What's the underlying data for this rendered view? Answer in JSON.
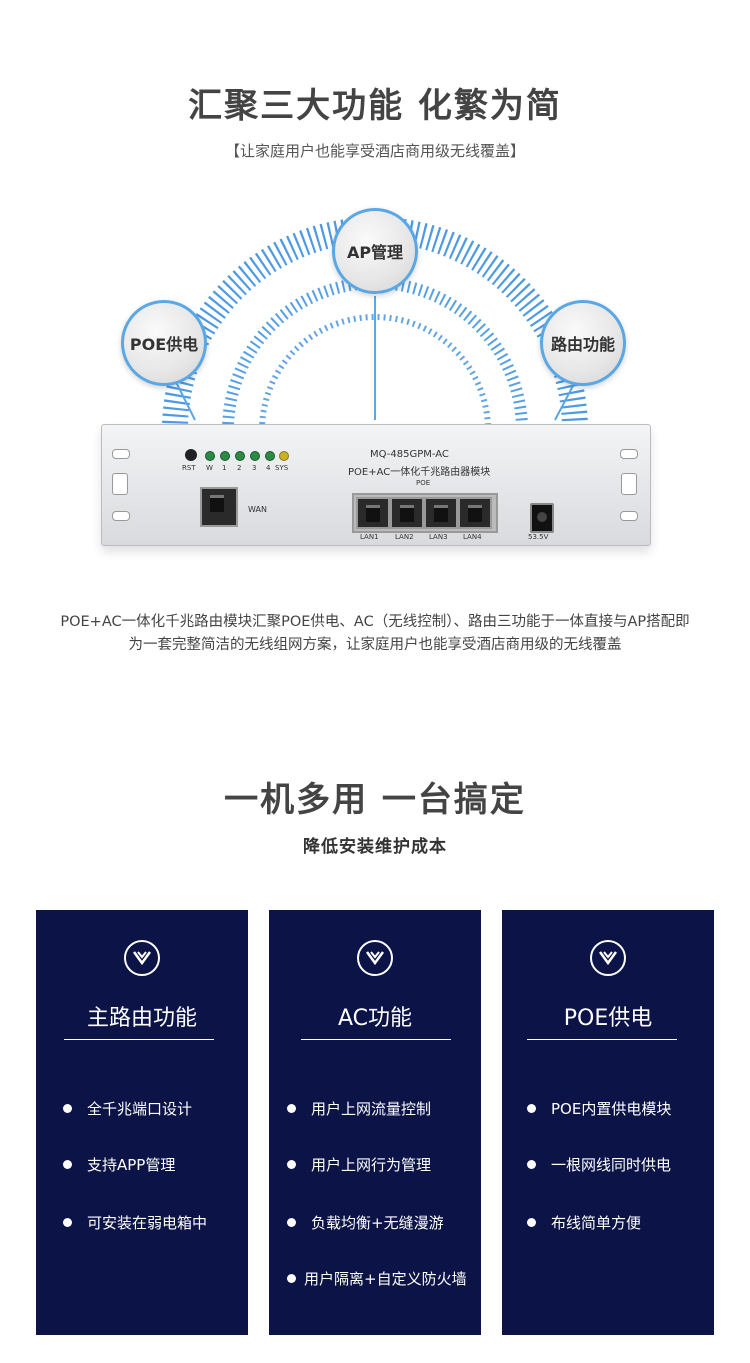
{
  "section1": {
    "title": "汇聚三大功能 化繁为简",
    "subtitle": "【让家庭用户也能享受酒店商用级无线覆盖】",
    "bubbles": {
      "left": "POE供电",
      "top": "AP管理",
      "right": "路由功能"
    },
    "device": {
      "model": "MQ-485GPM-AC",
      "description": "POE+AC一体化千兆路由器模块",
      "rst": "RST",
      "leds": [
        "W",
        "1",
        "2",
        "3",
        "4",
        "SYS"
      ],
      "wan": "WAN",
      "poe": "POE",
      "lans": [
        "LAN1",
        "LAN2",
        "LAN3",
        "LAN4"
      ],
      "power": "53.5V"
    },
    "paragraph": "POE+AC一体化千兆路由模块汇聚POE供电、AC（无线控制）、路由三功能于一体直接与AP搭配即为一套完整简洁的无线组网方案，让家庭用户也能享受酒店商用级的无线覆盖"
  },
  "section2": {
    "title": "一机多用 一台搞定",
    "subtitle": "降低安装维护成本",
    "cards": [
      {
        "icon": "chevron-down-circle-icon",
        "title": "主路由功能",
        "features": [
          "全千兆端口设计",
          "支持APP管理",
          "可安装在弱电箱中"
        ]
      },
      {
        "icon": "chevron-down-circle-icon",
        "title": "AC功能",
        "features": [
          "用户上网流量控制",
          "用户上网行为管理",
          "负载均衡+无缝漫游",
          "用户隔离+自定义防火墙"
        ]
      },
      {
        "icon": "chevron-down-circle-icon",
        "title": "POE供电",
        "features": [
          "POE内置供电模块",
          "一根网线同时供电",
          "布线简单方便"
        ]
      }
    ]
  },
  "colors": {
    "card_bg": "#0c1347",
    "bubble_border": "#5aa7e6",
    "arc_blue": "#3b8fe0"
  }
}
